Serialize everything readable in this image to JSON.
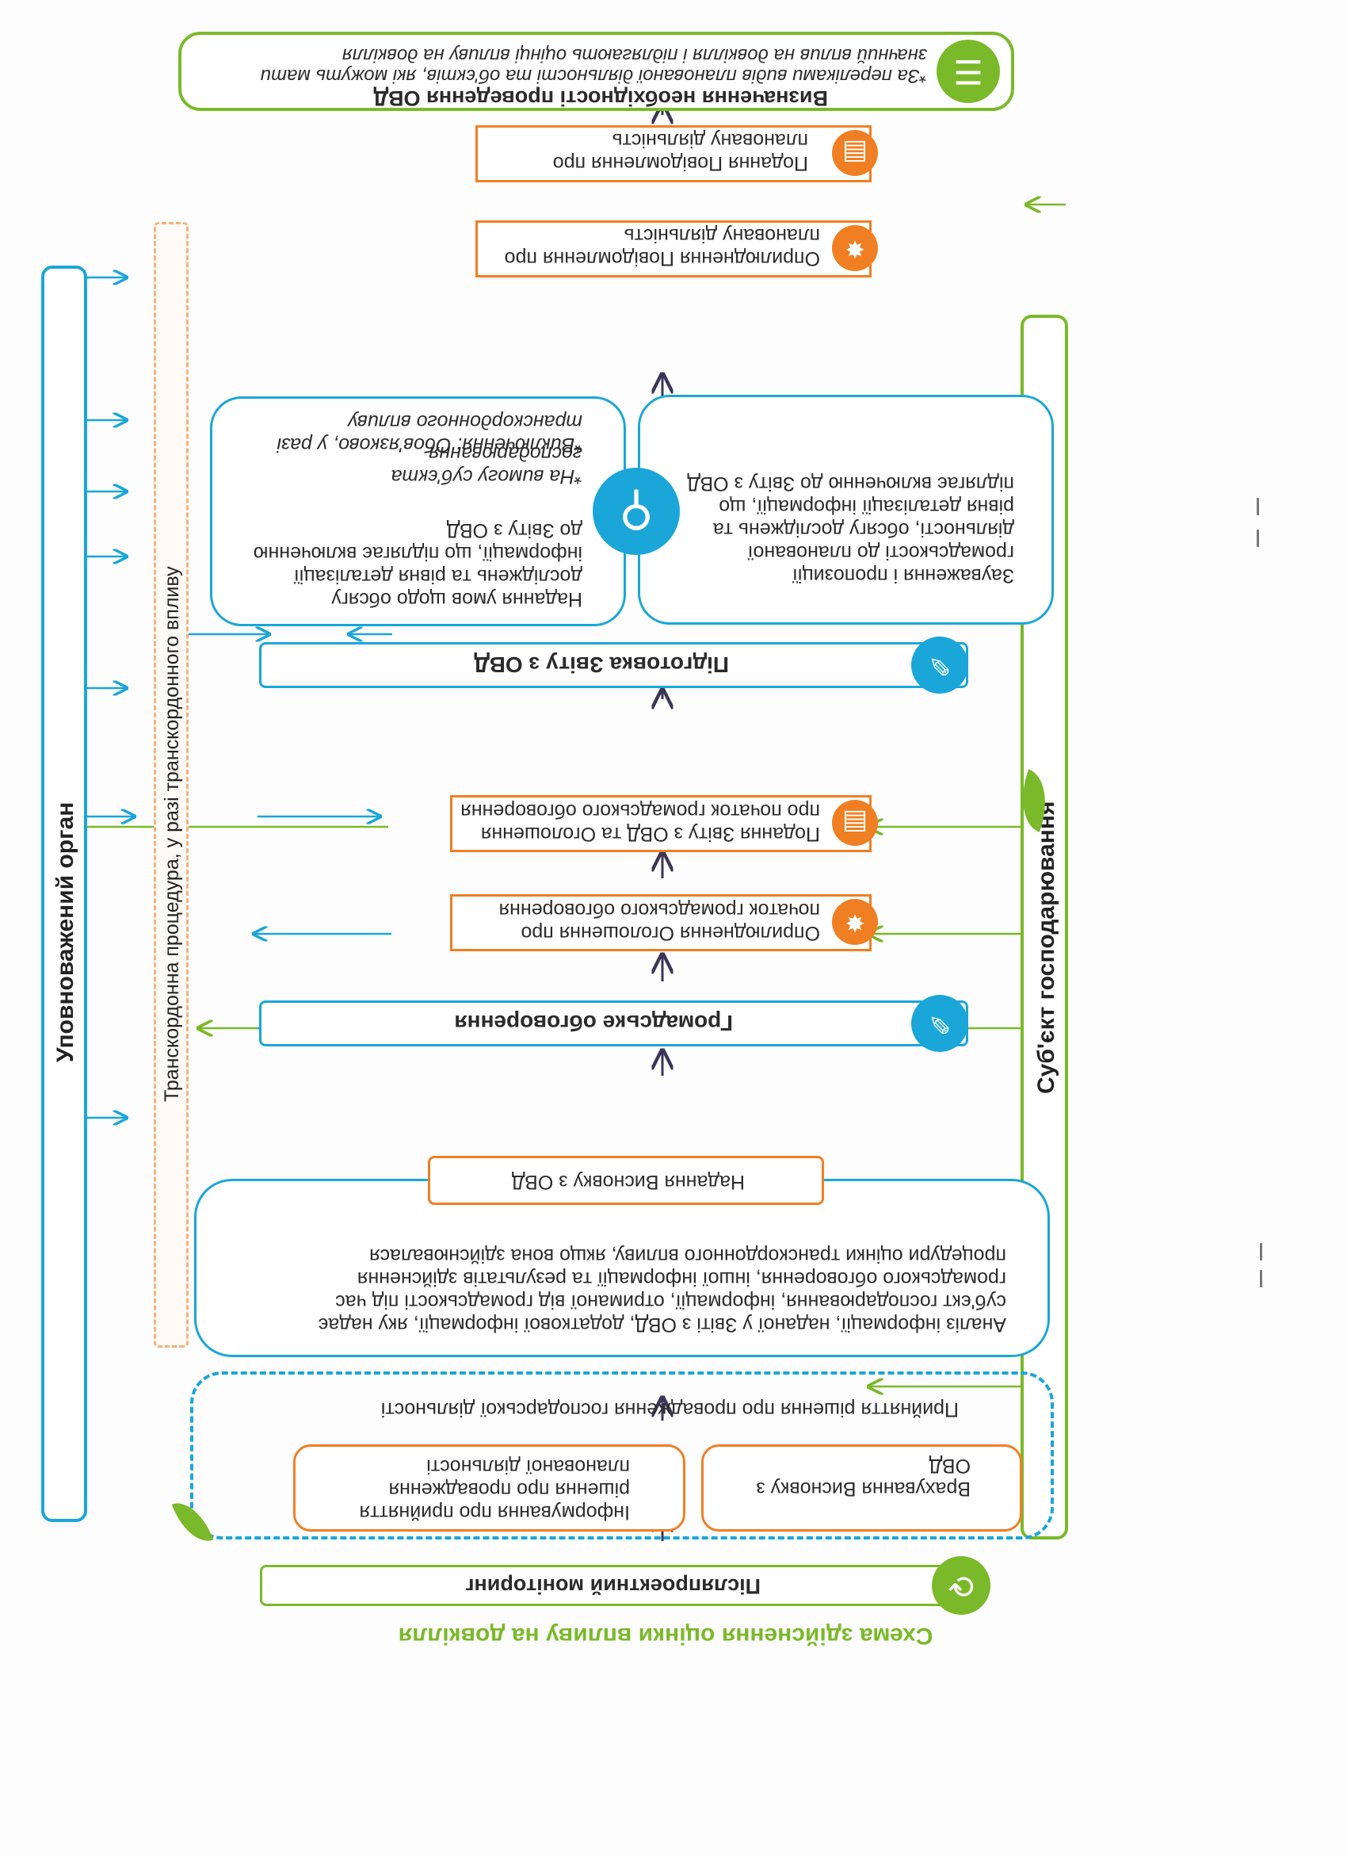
{
  "title": "Схема здійснення оцінки впливу на довкілля",
  "colors": {
    "green": "#7ab929",
    "blue": "#1aa6d9",
    "orange": "#f07f23",
    "dashed_blue": "#1aa6d9",
    "arrow": "#3b3558"
  },
  "sides": {
    "left": "Уповноважений орган",
    "right": "Суб'єкт господарювання",
    "transboundary": "Транскордонна процедура, у разі транскордонного впливу"
  },
  "steps": {
    "s1": {
      "title": "Визначення необхідності проведення ОВД",
      "note": "*За переліками видів планованої діяльності та об'єктів, які можуть мати значний вплив на довкілля і підлягають оцінці впливу на довкілля",
      "icon": "list-icon"
    },
    "s2": {
      "text": "Подання Повідомлення про плановану діяльність",
      "icon": "document-icon"
    },
    "s3": {
      "text": "Оприлюднення Повідомлення про плановану діяльність",
      "icon": "megaphone-icon"
    },
    "s4a": {
      "text": "Зауваження і пропозиції громадськості до планованої діяльності, обсягу досліджень та рівня деталізації інформації, що підлягає включенню до Звіту з ОВД"
    },
    "s4b": {
      "text": "Надання умов щодо обсягу досліджень та рівня деталізації інформації, що підлягає включенню до Звіту з ОВД",
      "note1": "*На вимогу суб'єкта господарювання",
      "note2": "*Виключення: Обов'язково, у разі транскордонного впливу",
      "icon": "magnifier-icon"
    },
    "s5": {
      "title": "Підготовка Звіту з ОВД",
      "icon": "edit-icon"
    },
    "s6": {
      "text": "Подання Звіту з ОВД та Оголошення про початок громадського обговорення",
      "icon": "document-icon"
    },
    "s7": {
      "text": "Оприлюднення Оголошення про початок громадського обговорення",
      "icon": "megaphone-icon"
    },
    "s8": {
      "title": "Громадське обговорення",
      "icon": "edit-icon"
    },
    "s9": {
      "text": "Аналіз інформації, наданої у Звіті з ОВД, додаткової інформації, яку надає суб'єкт господарювання, інформації, отриманої від громадськості під час громадського обговорення, іншої інформації та результатів здійснення процедури оцінки транскордонного впливу, якщо вона здійснювалася",
      "sub": "Надання Висновку з ОВД"
    },
    "s10": {
      "text": "Прийняття рішення про провадження господарської діяльності",
      "a": "Врахування Висновку з ОВД",
      "b": "Інформування про прийняття рішення про провадження планованої діяльності"
    },
    "s11": {
      "title": "Післяпроектний моніторинг",
      "icon": "monitoring-icon"
    }
  }
}
